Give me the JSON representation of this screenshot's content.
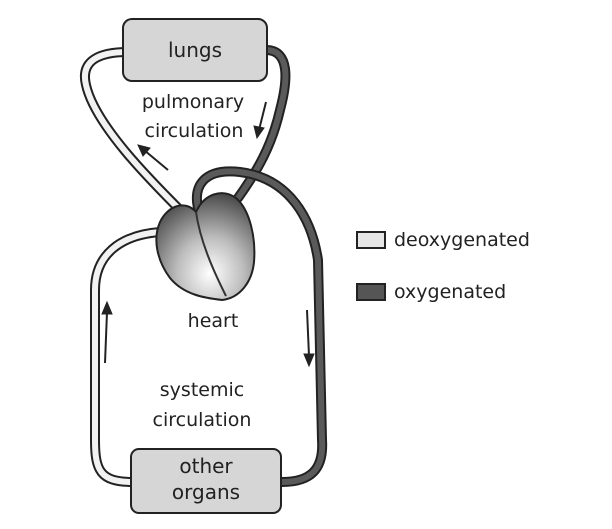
{
  "boxes": {
    "lungs": "lungs",
    "other_organs_line1": "other",
    "other_organs_line2": "organs"
  },
  "labels": {
    "pulmonary_line1": "pulmonary",
    "pulmonary_line2": "circulation",
    "heart": "heart",
    "systemic_line1": "systemic",
    "systemic_line2": "circulation"
  },
  "legend": {
    "items": [
      {
        "label": "deoxygenated",
        "color": "#e6e6e6"
      },
      {
        "label": "oxygenated",
        "color": "#555555"
      }
    ]
  },
  "colors": {
    "box_fill": "#d6d6d6",
    "deoxygenated_vessel": "#f2f2f2",
    "oxygenated_vessel": "#5a5a5a",
    "outline": "#222222"
  }
}
